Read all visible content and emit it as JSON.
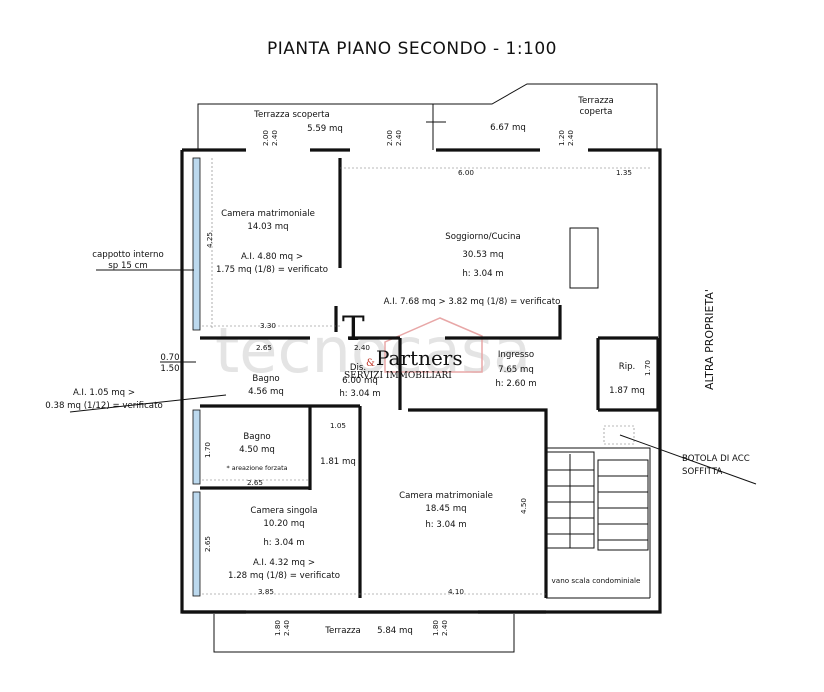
{
  "title": "PIANTA PIANO SECONDO - 1:100",
  "terraces": {
    "top_left_name": "Terrazza scoperta",
    "top_left_area": "5.59 mq",
    "top_right_area": "6.67 mq",
    "top_right_name_1": "Terrazza",
    "top_right_name_2": "coperta",
    "bottom_name": "Terrazza",
    "bottom_area": "5.84 mq"
  },
  "rooms": {
    "camera_matrimoniale_1": {
      "name": "Camera matrimoniale",
      "area": "14.03 mq",
      "ai_line1": "A.I. 4.80 mq >",
      "ai_line2": "1.75 mq (1/8) = verificato"
    },
    "soggiorno": {
      "name": "Soggiorno/Cucina",
      "area": "30.53 mq",
      "height": "h: 3.04 m",
      "ai": "A.I. 7.68 mq > 3.82 mq (1/8) = verificato"
    },
    "ingresso": {
      "name": "Ingresso",
      "area": "7.65 mq",
      "height": "h: 2.60 m"
    },
    "rip": {
      "name": "Rip.",
      "area": "1.87 mq"
    },
    "bagno_1": {
      "name": "Bagno",
      "area": "4.56 mq"
    },
    "dis": {
      "name": "Dis.",
      "area": "6.00 mq",
      "height": "h: 3.04 m"
    },
    "bagno_2": {
      "name": "Bagno",
      "area": "4.50 mq",
      "note": "* areazione forzata"
    },
    "small_room": {
      "area": "1.81 mq"
    },
    "camera_singola": {
      "name": "Camera singola",
      "area": "10.20 mq",
      "height": "h: 3.04 m",
      "ai_line1": "A.I. 4.32 mq >",
      "ai_line2": "1.28 mq (1/8) = verificato"
    },
    "camera_matrimoniale_2": {
      "name": "Camera matrimoniale",
      "area": "18.45 mq",
      "height": "h: 3.04 m"
    },
    "vano_scala": {
      "name": "vano scala condominiale"
    }
  },
  "annotations": {
    "cappotto_1": "cappotto interno",
    "cappotto_2": "sp 15 cm",
    "bagno_ai_1": "A.I. 1.05 mq >",
    "bagno_ai_2": "0.38 mq (1/12) = verificato",
    "altra_proprieta": "ALTRA PROPRIETA'",
    "botola_1": "BOTOLA DI ACC",
    "botola_2": "SOFFITTA",
    "level_1": "0.70",
    "level_2": "1.50"
  },
  "dimensions": {
    "d_600": "6.00",
    "d_135": "1.35",
    "d_425": "4.25",
    "d_330": "3.30",
    "d_265a": "2.65",
    "d_240a": "2.40",
    "d_105": "1.05",
    "d_170a": "1.70",
    "d_265b": "2.65",
    "d_450": "4.50",
    "d_265c": "2.65",
    "d_385": "3.85",
    "d_410": "4.10",
    "d_170b": "1.70",
    "w_200a": "2.00",
    "w_240a": "2.40",
    "w_200b": "2.00",
    "w_240b": "2.40",
    "w_120": "1.20",
    "w_240c": "2.40",
    "w_180a": "1.80",
    "w_240d": "2.40",
    "w_180b": "1.80",
    "w_240e": "2.40"
  },
  "watermark": {
    "brand_letter": "T",
    "brand_amp": "&",
    "brand_name": "Partners",
    "brand_sub": "SERVIZI IMMOBILIARI",
    "wm_text": "tecnocasa"
  }
}
